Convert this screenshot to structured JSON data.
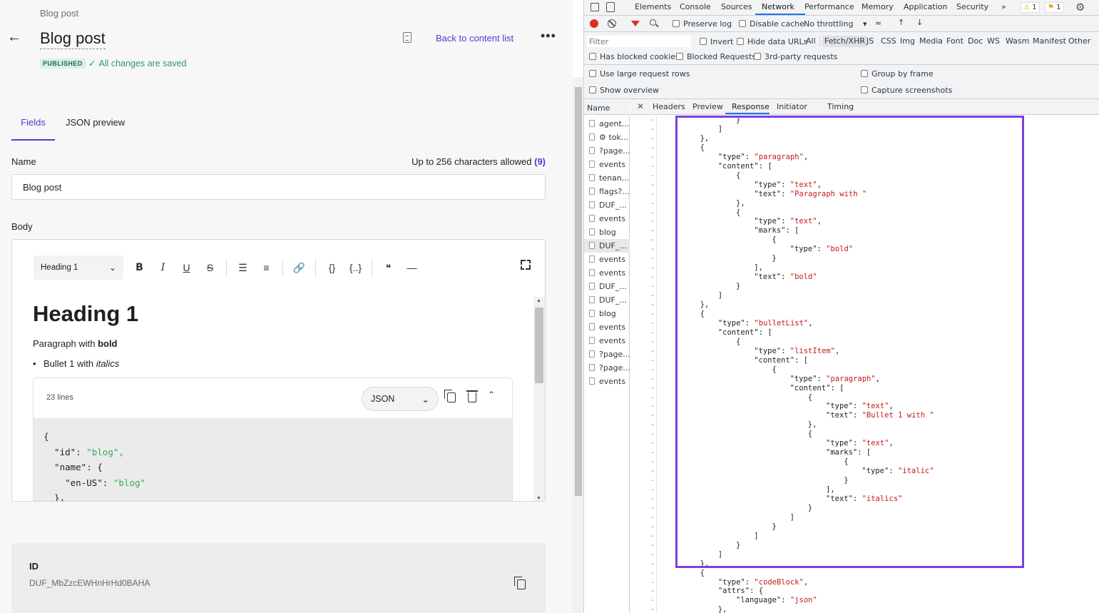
{
  "cms": {
    "breadcrumb": "Blog post",
    "title": "Blog post",
    "back_link": "Back to content list",
    "more_label": "•••",
    "status_badge": "PUBLISHED",
    "saved_status": "All changes are saved",
    "tabs": [
      {
        "label": "Fields"
      },
      {
        "label": "JSON preview"
      }
    ],
    "name_field": {
      "label": "Name",
      "hint": "Up to 256 characters allowed",
      "count": "(9)",
      "value": "Blog post"
    },
    "body_field": {
      "label": "Body",
      "heading_select": "Heading 1",
      "toolbar": {
        "bold": "B",
        "italic": "I",
        "underline": "U",
        "strike": "S",
        "code": "{}",
        "code_block": "{..}",
        "hr": "—"
      },
      "content": {
        "heading": "Heading 1",
        "paragraph_prefix": "Paragraph with ",
        "paragraph_bold": "bold",
        "bullet_prefix": "Bullet 1 with ",
        "bullet_italic": "italics"
      },
      "code_block": {
        "lines_label": "23 lines",
        "language": "JSON",
        "lines": [
          "{",
          "  \"id\": ",
          "  \"name\": {",
          "    \"en-US\": ",
          "  },"
        ],
        "line_strings": [
          "",
          "\"blog\",",
          "",
          "\"blog\"",
          ""
        ]
      }
    },
    "id_card": {
      "label": "ID",
      "value": "DUF_MbZzcEWHnHrHd0BAHA"
    }
  },
  "devtools": {
    "tabs": [
      "Elements",
      "Console",
      "Sources",
      "Network",
      "Performance",
      "Memory",
      "Application",
      "Security"
    ],
    "active_tab": "Network",
    "overflow": "»",
    "warnings": "1",
    "issues": "1",
    "toolbar": {
      "preserve_log": "Preserve log",
      "disable_cache": "Disable cache",
      "throttling": "No throttling"
    },
    "filter_bar": {
      "placeholder": "Filter",
      "invert": "Invert",
      "hide_data_urls": "Hide data URLs",
      "types": [
        "All",
        "Fetch/XHR",
        "JS",
        "CSS",
        "Img",
        "Media",
        "Font",
        "Doc",
        "WS",
        "Wasm",
        "Manifest",
        "Other"
      ],
      "active_type": "Fetch/XHR"
    },
    "filter_bar2": {
      "blocked_cookies": "Has blocked cookies",
      "blocked_requests": "Blocked Requests",
      "third_party": "3rd-party requests"
    },
    "settings": {
      "large_rows": "Use large request rows",
      "overview": "Show overview",
      "group_frame": "Group by frame",
      "screenshots": "Capture screenshots"
    },
    "name_header": "Name",
    "requests": [
      "agent...",
      "⚙ tok...",
      "?page...",
      "events",
      "tenan...",
      "flags?...",
      "DUF_...",
      "events",
      "blog",
      "DUF_...",
      "events",
      "events",
      "DUF_...",
      "DUF_...",
      "blog",
      "events",
      "events",
      "?page...",
      "?page...",
      "events"
    ],
    "selected_request": 9,
    "detail_tabs": [
      "Headers",
      "Preview",
      "Response",
      "Initiator",
      "Timing"
    ],
    "active_detail_tab": "Response",
    "response_lines": [
      {
        "indent": 20,
        "text": "}"
      },
      {
        "indent": 16,
        "text": "]"
      },
      {
        "indent": 12,
        "text": "},"
      },
      {
        "indent": 12,
        "text": "{"
      },
      {
        "indent": 16,
        "key": "\"type\": ",
        "str": "\"paragraph\"",
        "tail": ","
      },
      {
        "indent": 16,
        "text": "\"content\": ["
      },
      {
        "indent": 20,
        "text": "{"
      },
      {
        "indent": 24,
        "key": "\"type\": ",
        "str": "\"text\"",
        "tail": ","
      },
      {
        "indent": 24,
        "key": "\"text\": ",
        "str": "\"Paragraph with \"",
        "tail": ""
      },
      {
        "indent": 20,
        "text": "},"
      },
      {
        "indent": 20,
        "text": "{"
      },
      {
        "indent": 24,
        "key": "\"type\": ",
        "str": "\"text\"",
        "tail": ","
      },
      {
        "indent": 24,
        "text": "\"marks\": ["
      },
      {
        "indent": 28,
        "text": "{"
      },
      {
        "indent": 32,
        "key": "\"type\": ",
        "str": "\"bold\"",
        "tail": ""
      },
      {
        "indent": 28,
        "text": "}"
      },
      {
        "indent": 24,
        "text": "],"
      },
      {
        "indent": 24,
        "key": "\"text\": ",
        "str": "\"bold\"",
        "tail": ""
      },
      {
        "indent": 20,
        "text": "}"
      },
      {
        "indent": 16,
        "text": "]"
      },
      {
        "indent": 12,
        "text": "},"
      },
      {
        "indent": 12,
        "text": "{"
      },
      {
        "indent": 16,
        "key": "\"type\": ",
        "str": "\"bulletList\"",
        "tail": ","
      },
      {
        "indent": 16,
        "text": "\"content\": ["
      },
      {
        "indent": 20,
        "text": "{"
      },
      {
        "indent": 24,
        "key": "\"type\": ",
        "str": "\"listItem\"",
        "tail": ","
      },
      {
        "indent": 24,
        "text": "\"content\": ["
      },
      {
        "indent": 28,
        "text": "{"
      },
      {
        "indent": 32,
        "key": "\"type\": ",
        "str": "\"paragraph\"",
        "tail": ","
      },
      {
        "indent": 32,
        "text": "\"content\": ["
      },
      {
        "indent": 36,
        "text": "{"
      },
      {
        "indent": 40,
        "key": "\"type\": ",
        "str": "\"text\"",
        "tail": ","
      },
      {
        "indent": 40,
        "key": "\"text\": ",
        "str": "\"Bullet 1 with \"",
        "tail": ""
      },
      {
        "indent": 36,
        "text": "},"
      },
      {
        "indent": 36,
        "text": "{"
      },
      {
        "indent": 40,
        "key": "\"type\": ",
        "str": "\"text\"",
        "tail": ","
      },
      {
        "indent": 40,
        "text": "\"marks\": ["
      },
      {
        "indent": 44,
        "text": "{"
      },
      {
        "indent": 48,
        "key": "\"type\": ",
        "str": "\"italic\"",
        "tail": ""
      },
      {
        "indent": 44,
        "text": "}"
      },
      {
        "indent": 40,
        "text": "],"
      },
      {
        "indent": 40,
        "key": "\"text\": ",
        "str": "\"italics\"",
        "tail": ""
      },
      {
        "indent": 36,
        "text": "}"
      },
      {
        "indent": 32,
        "text": "]"
      },
      {
        "indent": 28,
        "text": "}"
      },
      {
        "indent": 24,
        "text": "]"
      },
      {
        "indent": 20,
        "text": "}"
      },
      {
        "indent": 16,
        "text": "]"
      },
      {
        "indent": 12,
        "text": "},"
      },
      {
        "indent": 12,
        "text": "{"
      },
      {
        "indent": 16,
        "key": "\"type\": ",
        "str": "\"codeBlock\"",
        "tail": ","
      },
      {
        "indent": 16,
        "text": "\"attrs\": {"
      },
      {
        "indent": 20,
        "key": "\"language\": ",
        "str": "\"json\"",
        "tail": ""
      },
      {
        "indent": 16,
        "text": "},"
      }
    ],
    "gutter_marker": "-"
  },
  "colors": {
    "accent": "#4a3fd1",
    "saved": "#2e9b63",
    "highlight": "#7e3fe0",
    "json_string": "#c41a16"
  }
}
